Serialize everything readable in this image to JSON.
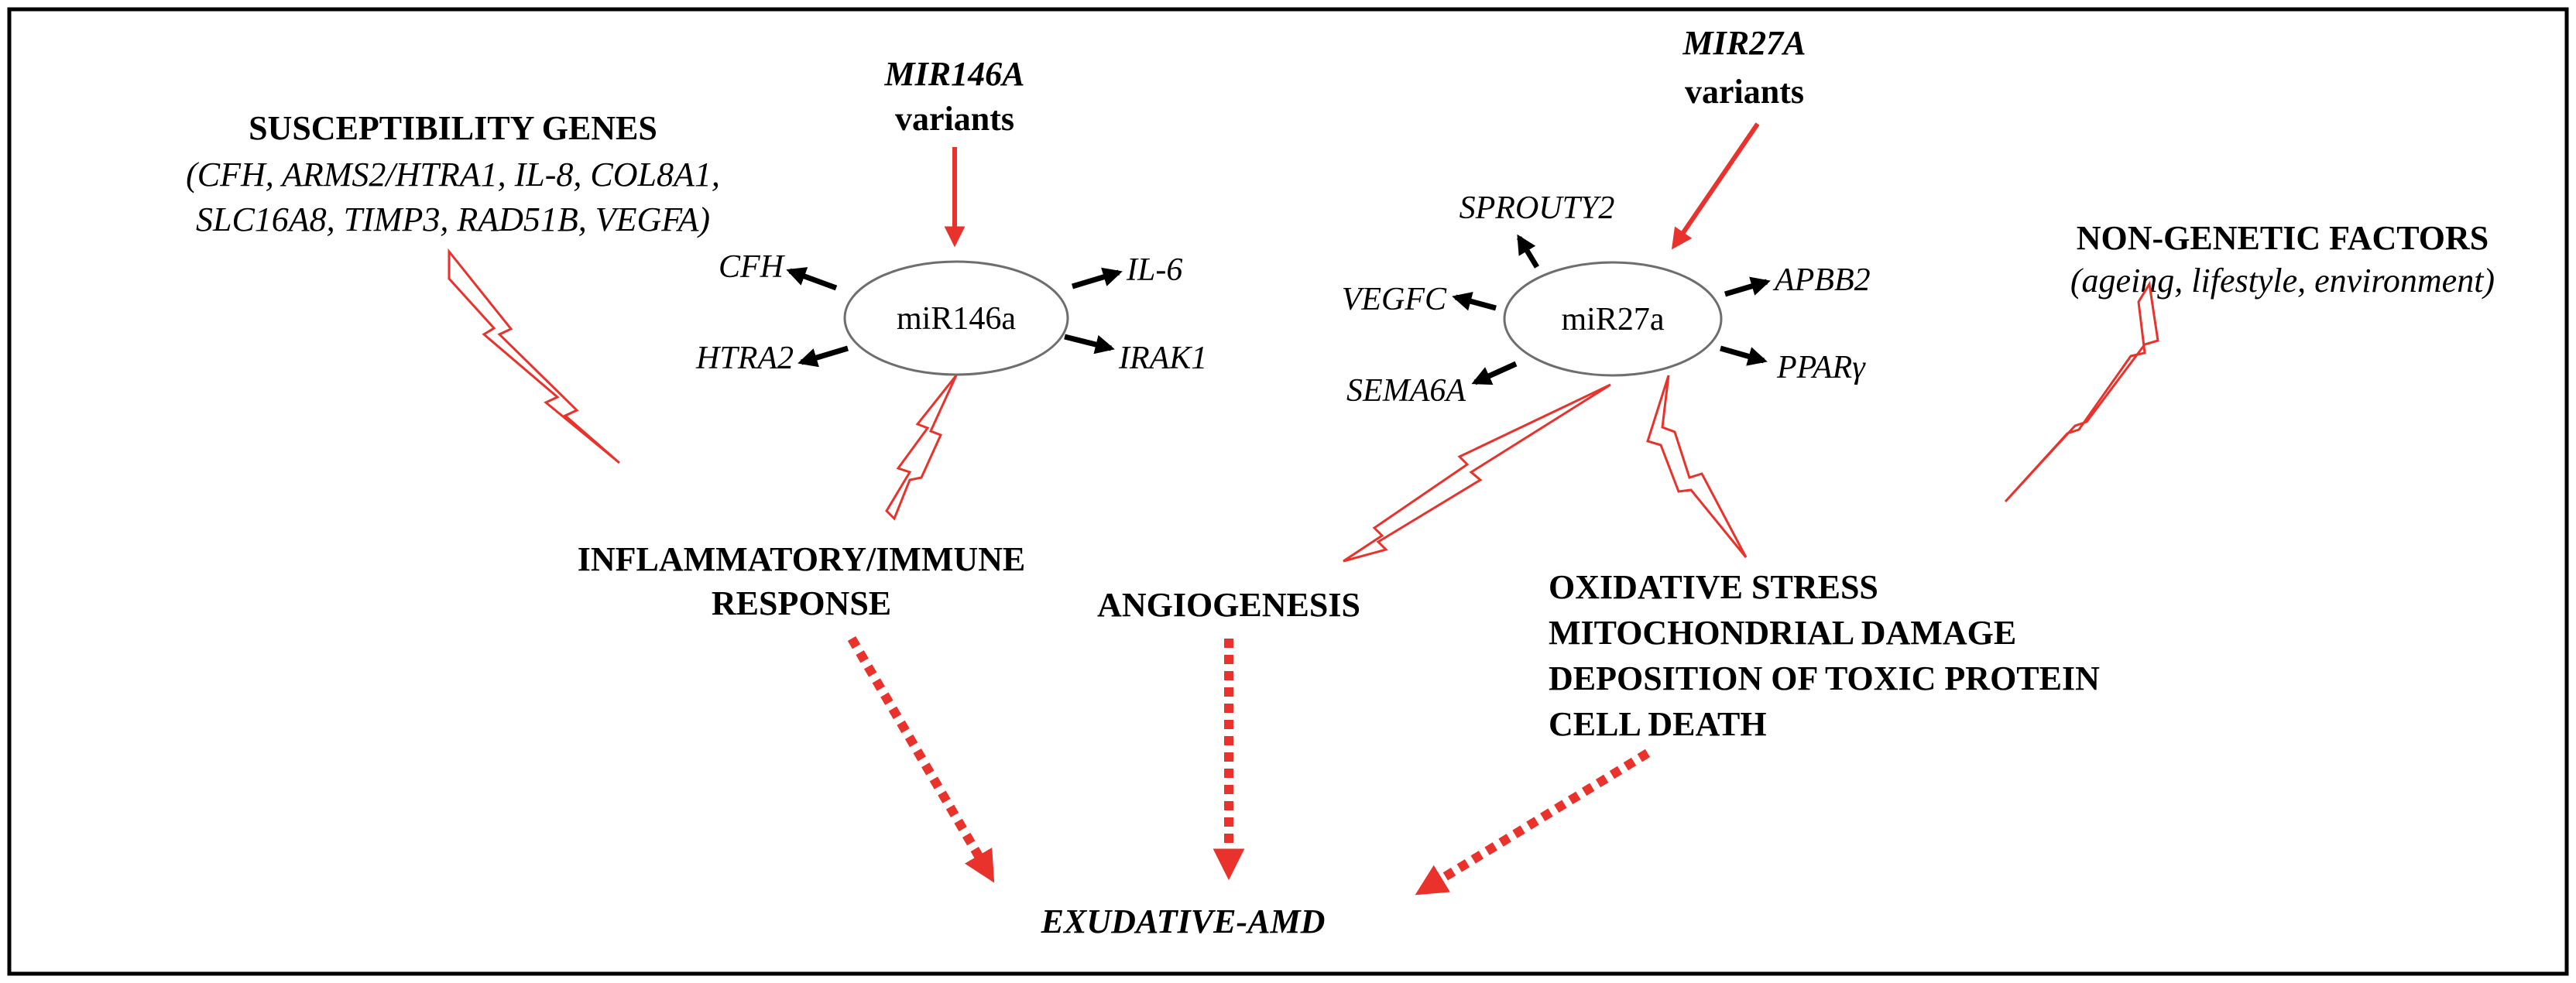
{
  "susceptibility": {
    "title": "SUSCEPTIBILITY GENES",
    "line1": "(CFH, ARMS2/HTRA1, IL-8,  COL8A1,",
    "line2": "SLC16A8, TIMP3, RAD51B, VEGFA)"
  },
  "mir146": {
    "variant_title": "MIR146A",
    "variant_sub": "variants",
    "node": "miR146a",
    "targets": [
      "CFH",
      "IL-6",
      "HTRA2",
      "IRAK1"
    ]
  },
  "mir27": {
    "variant_title": "MIR27A",
    "variant_sub": "variants",
    "node": "miR27a",
    "targets": [
      "SPROUTY2",
      "APBB2",
      "VEGFC",
      "PPARγ",
      "SEMA6A"
    ]
  },
  "non_genetic": {
    "title": "NON-GENETIC FACTORS",
    "sub": "(ageing, lifestyle, environment)"
  },
  "processes": {
    "inflammatory_line1": "INFLAMMATORY/IMMUNE",
    "inflammatory_line2": "RESPONSE",
    "angiogenesis": "ANGIOGENESIS",
    "oxidative": [
      "OXIDATIVE  STRESS",
      "MITOCHONDRIAL DAMAGE",
      "DEPOSITION OF TOXIC PROTEIN",
      "CELL DEATH"
    ]
  },
  "outcome": "EXUDATIVE-AMD",
  "colors": {
    "accent": "#e8322b",
    "border": "#000000"
  }
}
